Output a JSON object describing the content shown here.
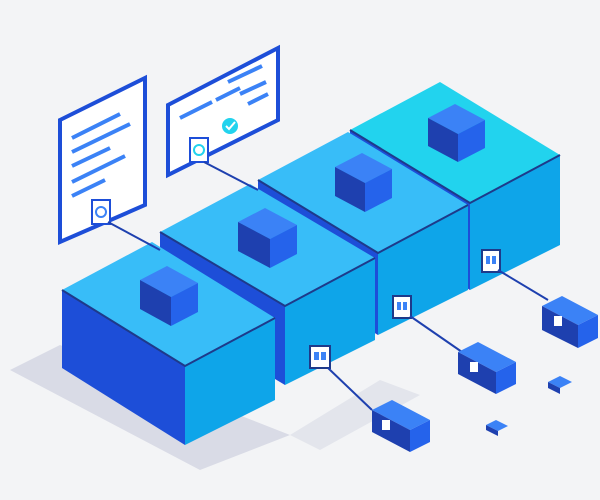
{
  "illustration": {
    "description_hidden": "",
    "colors": {
      "background": "#f3f4f6",
      "top_face": "#38bdf8",
      "top_face_alt": "#22d3ee",
      "front_face": "#1d4ed8",
      "right_face": "#0ea5e9",
      "dark_edge": "#1e3a8a",
      "cube_top": "#3b82f6",
      "cube_left": "#1e40af",
      "cube_right": "#2563eb",
      "panel_border": "#1d4ed8",
      "panel_fill": "#ffffff",
      "line_accent": "#3b82f6",
      "check_accent": "#22d3ee",
      "shadow": "#d9dbe6"
    },
    "server_blocks": 4,
    "floating_panels": [
      {
        "icon": "document-lines-icon"
      },
      {
        "icon": "checkmark-icon"
      }
    ],
    "connector_icons": [
      "plug-icon",
      "gear-icon",
      "port-icon",
      "port-icon",
      "port-icon",
      "port-icon"
    ],
    "endpoint_nodes": 3,
    "loose_chips": 2
  }
}
